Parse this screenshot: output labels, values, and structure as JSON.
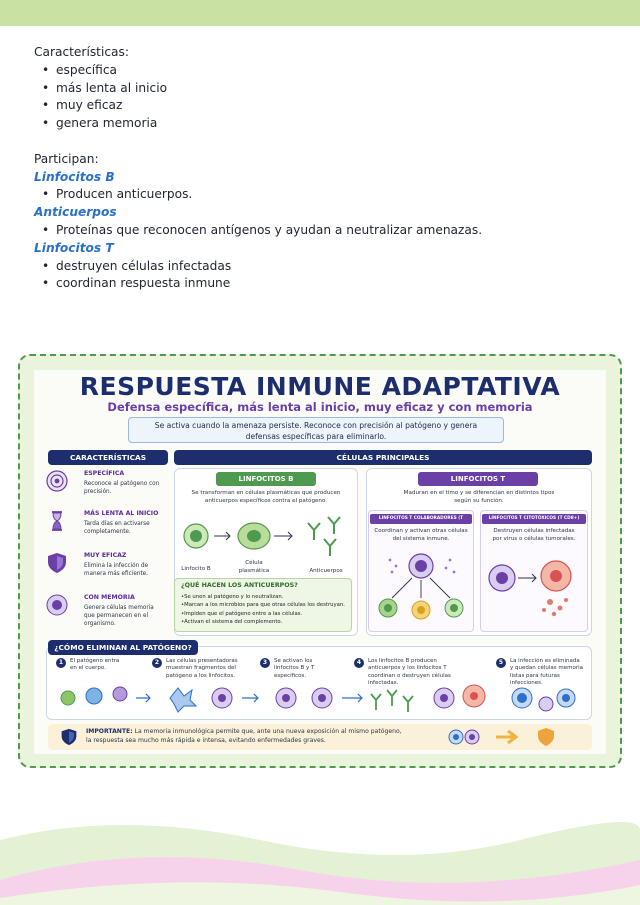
{
  "notes": {
    "characteristics_label": "Características:",
    "characteristics": [
      "específica",
      "más lenta al inicio",
      "muy eficaz",
      "genera memoria"
    ],
    "participants_label": "Participan:",
    "participants": [
      {
        "term": "Linfocitos B",
        "items": [
          "Producen anticuerpos."
        ]
      },
      {
        "term": "Anticuerpos",
        "items": [
          "Proteínas que reconocen antígenos y ayudan a neutralizar amenazas."
        ]
      },
      {
        "term": "Linfocitos T",
        "items": [
          "destruyen células infectadas",
          "coordinan respuesta inmune"
        ]
      }
    ]
  },
  "poster": {
    "title": "RESPUESTA INMUNE ADAPTATIVA",
    "subtitle": "Defensa específica, más lenta al inicio, muy eficaz y con memoria",
    "intro_line1": "Se activa cuando la amenaza persiste. Reconoce con precisión al patógeno y genera",
    "intro_line2": "defensas específicas para eliminarlo.",
    "characteristics_header": "CARACTERÍSTICAS",
    "characteristics": [
      {
        "title": "ESPECÍFICA",
        "desc": "Reconoce al patógeno con precisión.",
        "icon": "target-icon"
      },
      {
        "title": "MÁS LENTA AL INICIO",
        "desc": "Tarda días en activarse completamente.",
        "icon": "hourglass-icon"
      },
      {
        "title": "MUY EFICAZ",
        "desc": "Elimina la infección de manera más eficiente.",
        "icon": "shield-icon"
      },
      {
        "title": "CON MEMORIA",
        "desc": "Genera células memoria que permanecen en el organismo.",
        "icon": "memory-cell-icon"
      }
    ],
    "cells_header": "CÉLULAS PRINCIPALES",
    "b_cells": {
      "tag": "LINFOCITOS B",
      "desc_line1": "Se transforman en células plasmáticas que producen",
      "desc_line2": "anticuerpos específicos contra el patógeno.",
      "label_b": "Linfocito B",
      "label_plasma_1": "Célula",
      "label_plasma_2": "plasmática",
      "label_antibodies": "Anticuerpos"
    },
    "antibodies_box": {
      "title": "¿QUÉ HACEN LOS ANTICUERPOS?",
      "items": [
        "Se unen al patógeno y lo neutralizan.",
        "Marcan a los microbios para que otras células los destruyan.",
        "Impiden que el patógeno entre a las células.",
        "Activan el sistema del complemento."
      ]
    },
    "t_cells": {
      "tag": "LINFOCITOS T",
      "desc_line1": "Maduran en el timo y se diferencian en distintos tipos",
      "desc_line2": "según su función.",
      "helper_tag": "LINFOCITOS T COLABORADORES (T helper)",
      "helper_desc_1": "Coordinan y activan otras células",
      "helper_desc_2": "del sistema inmune.",
      "cytotoxic_tag": "LINFOCITOS T CITOTÓXICOS (T CD8+)",
      "cytotoxic_desc_1": "Destruyen células infectadas",
      "cytotoxic_desc_2": "por virus o células tumorales."
    },
    "steps_header": "¿CÓMO ELIMINAN AL PATÓGENO?",
    "steps": [
      {
        "num": "1",
        "lines": [
          "El patógeno entra",
          "en el cuerpo."
        ]
      },
      {
        "num": "2",
        "lines": [
          "Las células presentadoras",
          "muestran fragmentos del",
          "patógeno a los linfocitos."
        ]
      },
      {
        "num": "3",
        "lines": [
          "Se activan los",
          "linfocitos B y T",
          "específicos."
        ]
      },
      {
        "num": "4",
        "lines": [
          "Los linfocitos B producen",
          "anticuerpos y los linfocitos T",
          "coordinan o destruyen células",
          "infectadas."
        ]
      },
      {
        "num": "5",
        "lines": [
          "La infección es eliminada",
          "y quedan células memoria",
          "listas para futuras",
          "infecciones."
        ]
      }
    ],
    "important_label": "IMPORTANTE:",
    "important_line1": " La memoria inmunológica permite que, ante una nueva exposición al mismo patógeno,",
    "important_line2": "la respuesta sea mucho más rápida e intensa, evitando enfermedades graves."
  },
  "colors": {
    "navy": "#1c2e6e",
    "purple": "#6a3fa6",
    "green": "#4e9a4f",
    "link_blue": "#2a6fc9",
    "top_band": "#c9e2a4"
  }
}
